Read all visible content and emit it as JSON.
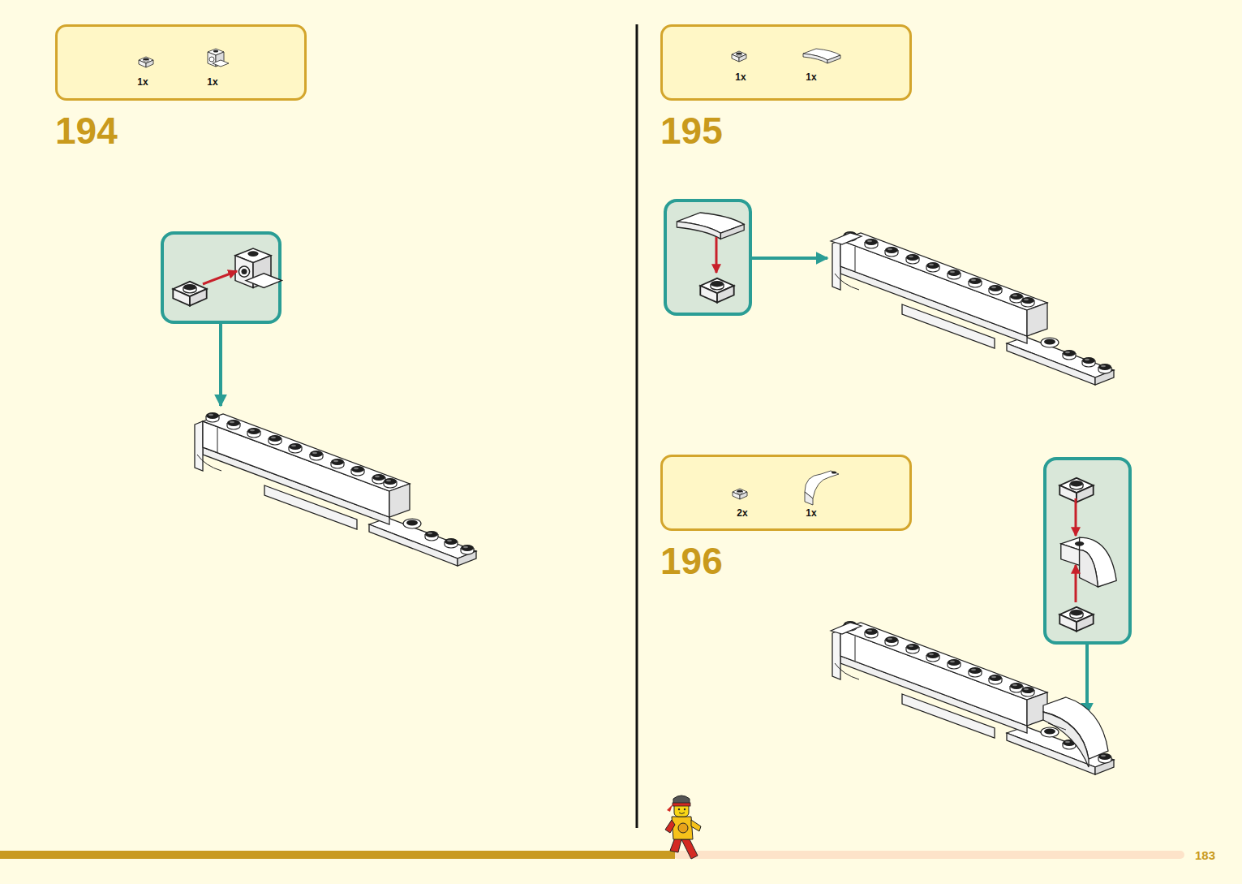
{
  "diagram": {
    "nodes": [
      {
        "text": [
          "1x",
          "1x"
        ]
      },
      {
        "text": [
          "1x",
          "1x"
        ]
      },
      {
        "text": [
          "2x",
          "1x"
        ]
      }
    ],
    "labels": [
      "194",
      "195",
      "196",
      "183"
    ]
  }
}
